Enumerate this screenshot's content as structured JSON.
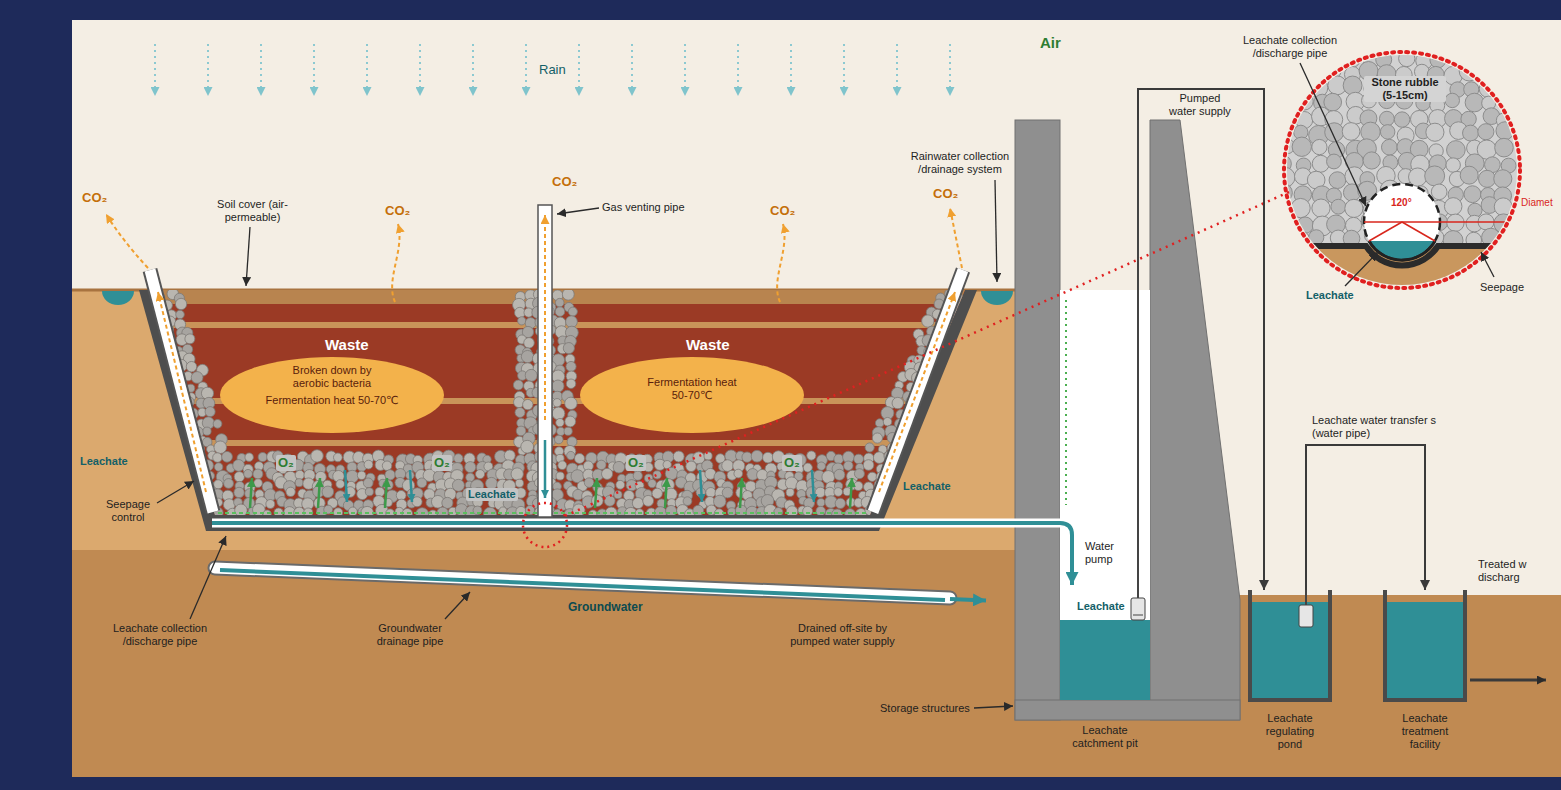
{
  "diagram": {
    "nodes": [
      {
        "text": [
          "Water pump",
          "Leachate",
          "Leachate catchment pit"
        ]
      },
      {
        "text": [
          "Leachate regulating pond"
        ]
      },
      {
        "text": [
          "Leachate treatment facility"
        ]
      }
    ],
    "edges": [
      {
        "from": 0,
        "to": 1,
        "arrow": "to",
        "label": "Pumped water supply"
      },
      {
        "from": 1,
        "to": 2,
        "arrow": "to",
        "label": "Leachate water transfer s (water pipe)"
      }
    ],
    "labels": [
      "Rain",
      "Leachate collection /discharge pipe",
      "Stone rubble (5-15cm)",
      "120°",
      "Diamet",
      "CO₂",
      "Soil cover (air-permeable)",
      "CO₂",
      "CO₂",
      "Gas venting pipe",
      "CO₂",
      "Rainwater collection /drainage system",
      "CO₂",
      "Air",
      "Leachate",
      "Seepage",
      "Waste",
      "Waste",
      "Broken down by aerobic bacteria",
      "Fermentation heat 50-70℃",
      "Fermentation heat 50-70℃",
      "Leachate",
      "O₂",
      "O₂",
      "Leachate",
      "O₂",
      "O₂",
      "Leachate",
      "Seepage control",
      "Leachate collection /discharge pipe",
      "Groundwater drainage pipe",
      "Groundwater",
      "Drained off-site by pumped water supply",
      "Storage structures",
      "Treated w discharg"
    ]
  }
}
